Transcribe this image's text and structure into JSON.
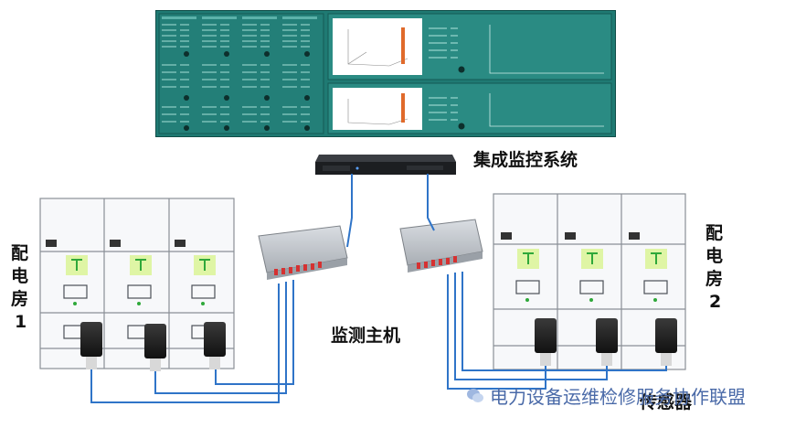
{
  "labels": {
    "integrated_system": "集成监控系统",
    "monitoring_host": "监测主机",
    "room1_chars": [
      "配",
      "电",
      "房",
      "1"
    ],
    "room2_chars": [
      "配",
      "电",
      "房",
      "2"
    ],
    "sensor": "传感器",
    "watermark": "电力设备运维检修服务协作联盟"
  },
  "colors": {
    "cable": "#2f74c8",
    "screen_bg": "#1f7a73",
    "cabinet_line": "#8a8f96",
    "indicator_green": "#a8e61e",
    "port_red": "#d63131"
  },
  "icons": {
    "watermark": "wechat-icon"
  }
}
